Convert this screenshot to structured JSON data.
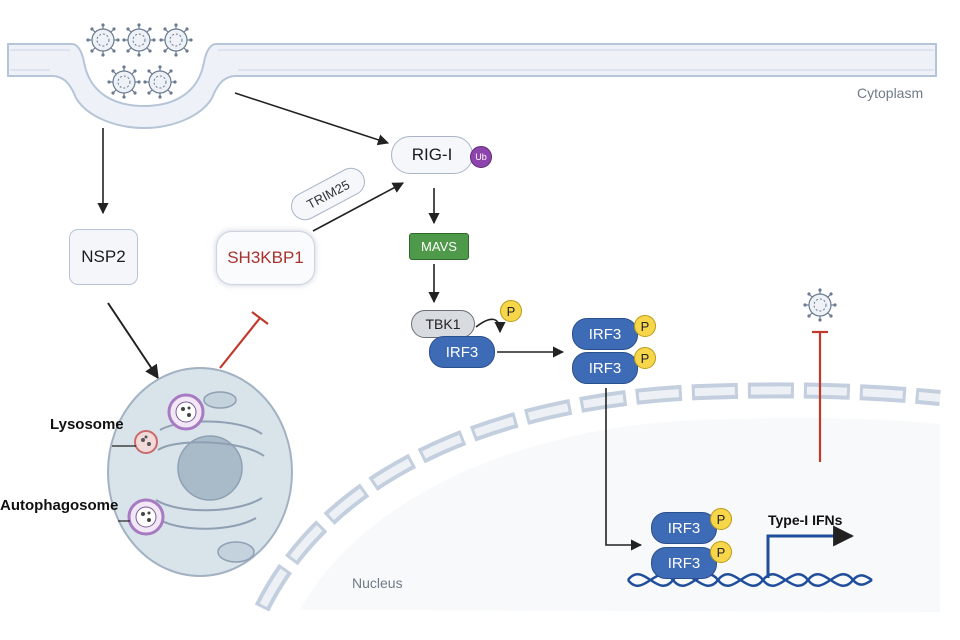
{
  "regions": {
    "cytoplasm": "Cytoplasm",
    "nucleus": "Nucleus"
  },
  "nodes": {
    "nsp2": "NSP2",
    "rig_i": "RIG-I",
    "ub": "Ub",
    "trim25": "TRIM25",
    "sh3kbp1": "SH3KBP1",
    "mavs": "MAVS",
    "tbk1": "TBK1",
    "irf3": "IRF3",
    "p": "P",
    "lysosome": "Lysosome",
    "autophagosome": "Autophagosome",
    "type_i_ifns": "Type-I IFNs"
  },
  "colors": {
    "membrane_fill": "#eef2f8",
    "membrane_stroke": "#b6c4d8",
    "irf3_fill": "#3e6bb5",
    "phosphate_fill": "#f7d64a",
    "mavs_fill": "#4e9a4a",
    "ub_fill": "#8e44ad",
    "inhibition": "#c0392b",
    "sh3kbp1_text": "#a8322d",
    "dna": "#1f4e9a",
    "cell_fill": "#d9e3ea"
  }
}
